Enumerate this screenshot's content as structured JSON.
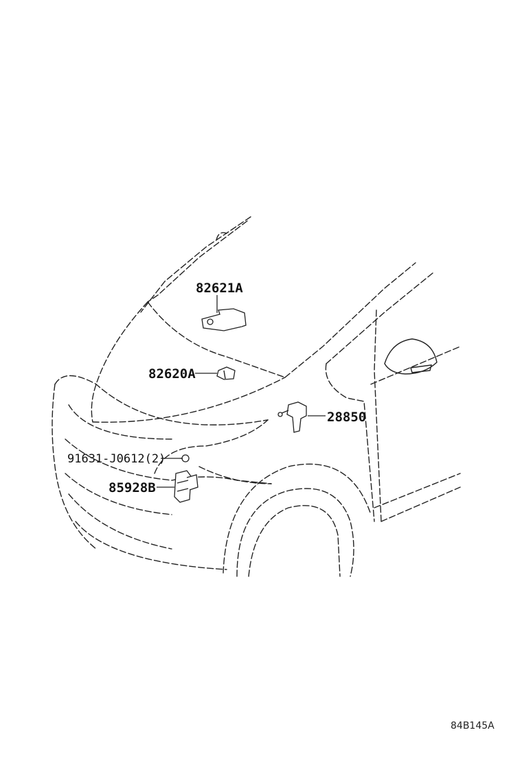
{
  "callouts": {
    "part_82621a": "82621A",
    "part_82620a": "82620A",
    "part_28850": "28850",
    "part_91631": "91631-J0612(2)",
    "part_85928b": "85928B"
  },
  "figure_code": "84B145A"
}
